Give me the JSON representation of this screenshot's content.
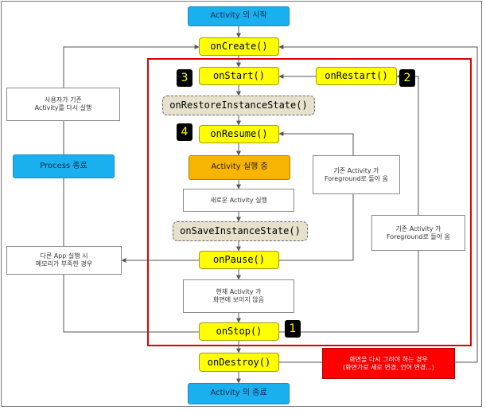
{
  "nodes": {
    "activity_start": "Activity 의 시작",
    "on_create": "onCreate()",
    "on_start": "onStart()",
    "on_restart": "onRestart()",
    "on_restore_instance_state": "onRestoreInstanceState()",
    "on_resume": "onResume()",
    "activity_running": "Activity 실행 중",
    "new_activity_launch": "새로운 Activity 실행",
    "on_save_instance_state": "onSaveInstanceState()",
    "on_pause": "onPause()",
    "activity_not_visible": "현재 Activity 가\n화면에 보이지 않음",
    "on_stop": "onStop()",
    "on_destroy": "onDestroy()",
    "activity_end": "Activity 의 종료"
  },
  "side_notes": {
    "user_relaunch": "사용자가 기존\nActivity를 다시 실행",
    "process_killed": "Process 종료",
    "low_memory": "다른 App 실행 시\n메모리가 부족한 경우",
    "back_to_foreground_from_pause": "기존 Activity 가\nForeground로 돌아 옴",
    "back_to_foreground_from_stop": "기존 Activity 가\nForeground로 돌아 옴",
    "config_change": "화면을 다시 그려야 하는 경우\n(화면가로 세로 변경, 언어 변경...)"
  },
  "badges": {
    "on_start": "3",
    "on_restart": "2",
    "on_resume": "4",
    "on_stop": "1"
  },
  "colors": {
    "lifecycle_method": "#ffff00",
    "start_end": "#1ab0ef",
    "running_state": "#f7b500",
    "instance_state": "#e6e1cc",
    "highlight_frame": "#e00000",
    "config_change_note": "#ff0000",
    "badge_background": "#000000",
    "badge_text": "#ffff00"
  }
}
